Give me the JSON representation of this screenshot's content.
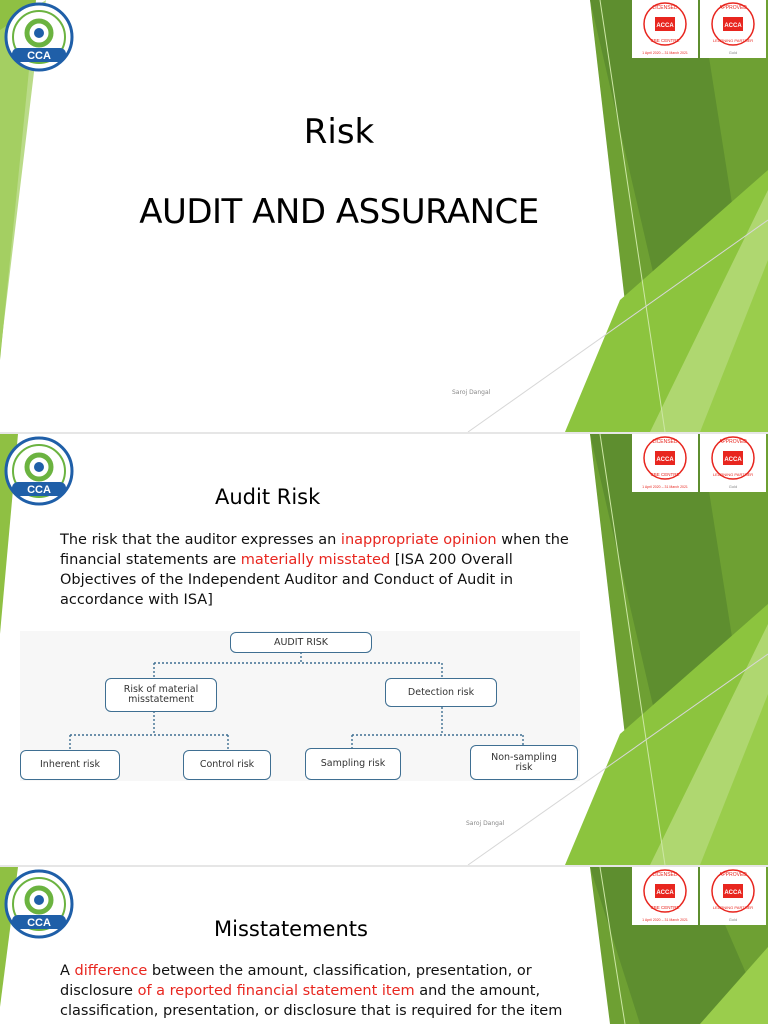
{
  "slide1": {
    "title": "Risk",
    "subtitle": "AUDIT AND ASSURANCE",
    "author": "Saroj Dangal"
  },
  "slide2": {
    "heading": "Audit Risk",
    "paragraph": [
      {
        "text": "The risk that the auditor expresses an ",
        "red": false
      },
      {
        "text": "inappropriate opinion",
        "red": true
      },
      {
        "text": " when the financial statements are ",
        "red": false
      },
      {
        "text": "materially misstated",
        "red": true
      },
      {
        "text": " [ISA 200 Overall Objectives of the Independent Auditor and Conduct of Audit in accordance with ISA]",
        "red": false
      }
    ],
    "diagram": {
      "root": "AUDIT RISK",
      "left": "Risk of material misstatement",
      "right": "Detection risk",
      "inherent": "Inherent risk",
      "control": "Control risk",
      "sampling": "Sampling risk",
      "nonsampling": "Non-sampling risk"
    },
    "author": "Saroj Dangal"
  },
  "slide3": {
    "heading": "Misstatements",
    "paragraph": [
      {
        "text": "A ",
        "red": false
      },
      {
        "text": "difference",
        "red": true
      },
      {
        "text": " between the amount, classification, presentation, or disclosure ",
        "red": false
      },
      {
        "text": "of a reported financial statement item",
        "red": true
      },
      {
        "text": " and the amount, classification, presentation, or disclosure that is required for the item",
        "red": false
      }
    ]
  },
  "logos": {
    "cca_text": "CCA",
    "acca_text": "ACCA",
    "licensed_text": "LICENSED",
    "cbe_text": "CBE CENTRE",
    "approved_text": "APPROVED",
    "learning_text": "LEARNING PARTNER",
    "date_text": "1 April 2020 – 31 March 2021",
    "gold_text": "Gold"
  },
  "colors": {
    "green_dark": "#5e8e2f",
    "green_mid": "#7db33d",
    "green_light": "#a9d26a",
    "accent_red": "#e8261f",
    "diagram_border": "#3f6f92"
  }
}
